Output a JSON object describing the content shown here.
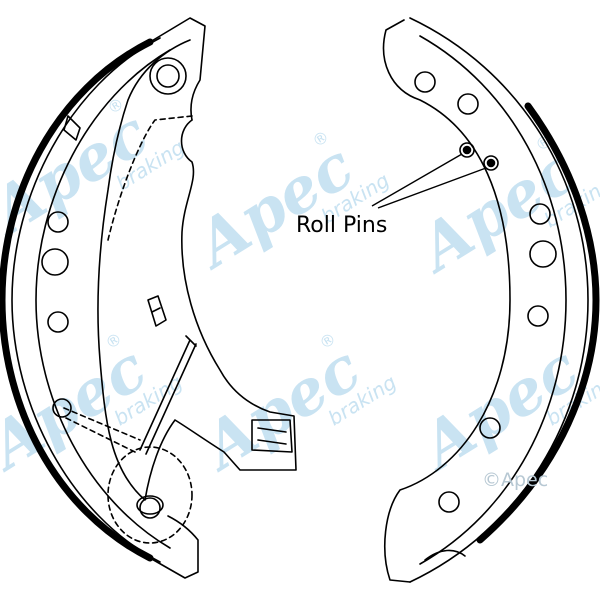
{
  "brand": {
    "watermark_name": "Apec",
    "watermark_sub": "braking",
    "registered_mark": "®",
    "copyright": "©Apec",
    "watermark_color": "#c9e3f2"
  },
  "callout": {
    "label": "Roll Pins"
  },
  "colors": {
    "line": "#000000",
    "lining": "#000000",
    "background": "#ffffff"
  }
}
